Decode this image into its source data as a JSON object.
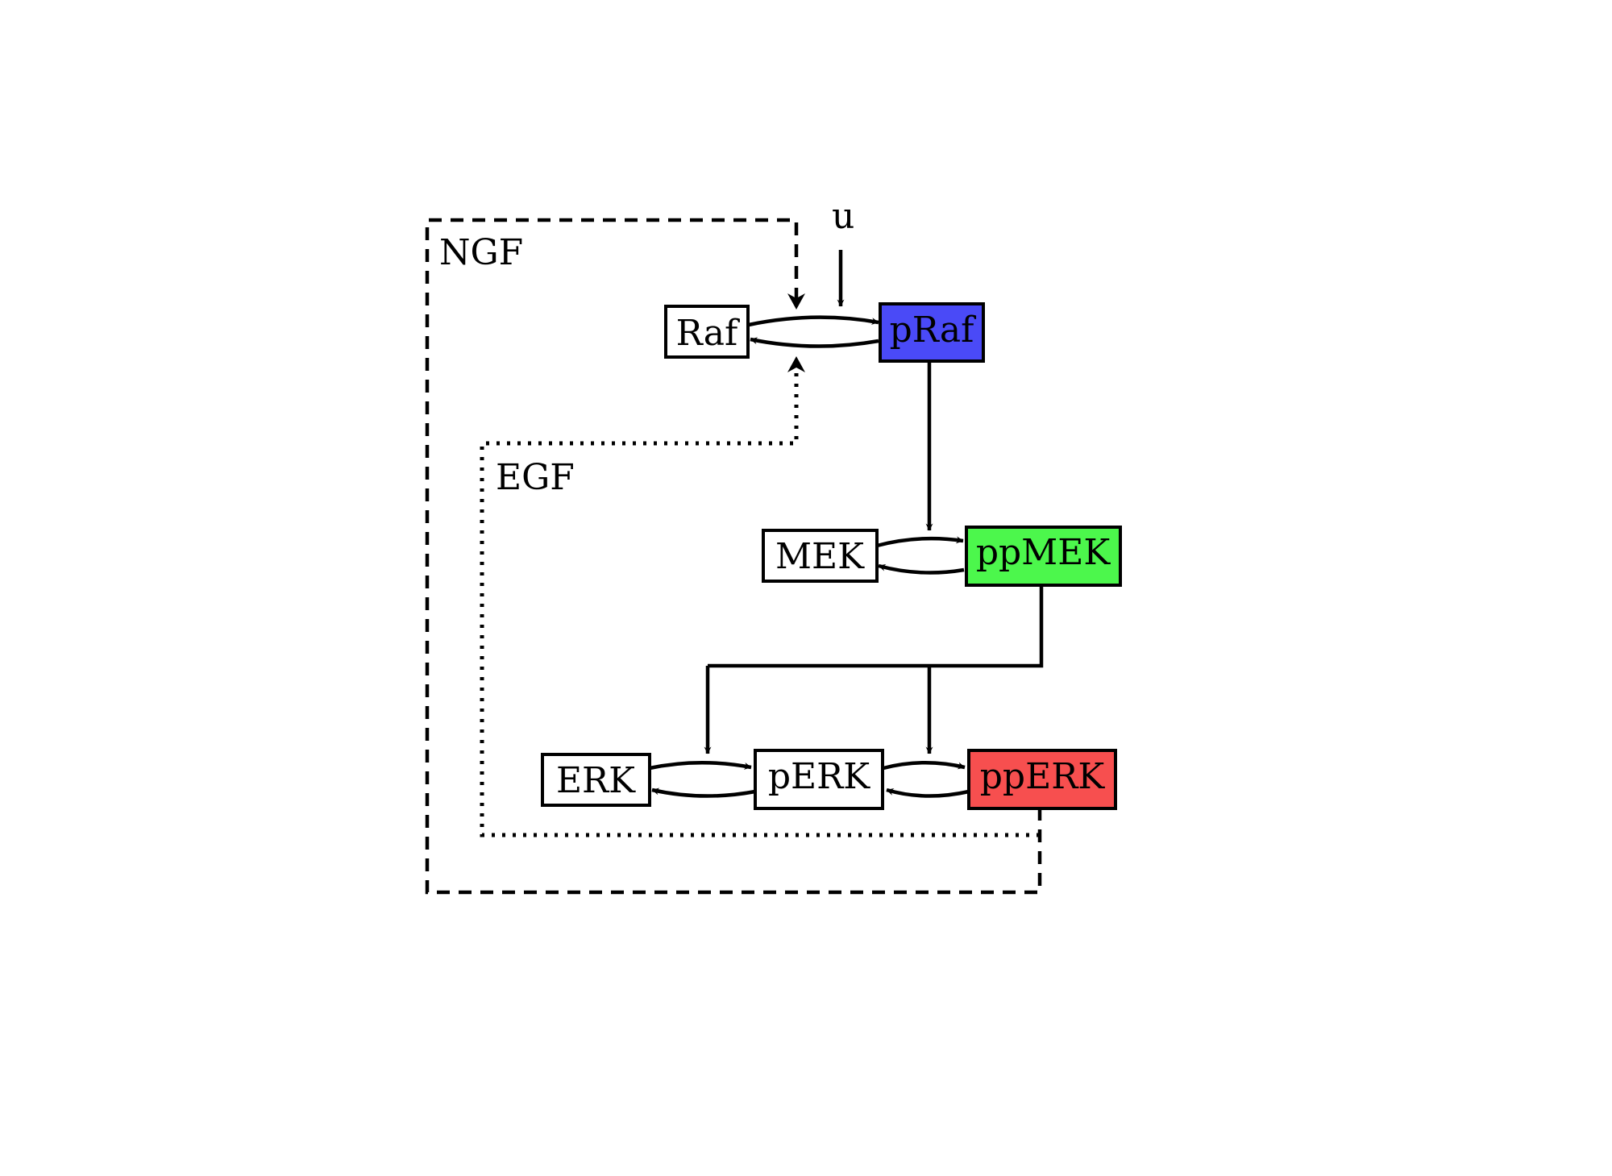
{
  "nodes": {
    "raf": {
      "label": "Raf",
      "fill": "#ffffff"
    },
    "praf": {
      "label": "pRaf",
      "fill": "#4a4af7"
    },
    "mek": {
      "label": "MEK",
      "fill": "#ffffff"
    },
    "ppmek": {
      "label": "ppMEK",
      "fill": "#4cf74c"
    },
    "erk": {
      "label": "ERK",
      "fill": "#ffffff"
    },
    "perk": {
      "label": "pERK",
      "fill": "#ffffff"
    },
    "pperk": {
      "label": "ppERK",
      "fill": "#f74f4f"
    }
  },
  "input": {
    "label": "u"
  },
  "loops": {
    "ngf": {
      "label": "NGF",
      "style": "dashed"
    },
    "egf": {
      "label": "EGF",
      "style": "dotted"
    }
  }
}
